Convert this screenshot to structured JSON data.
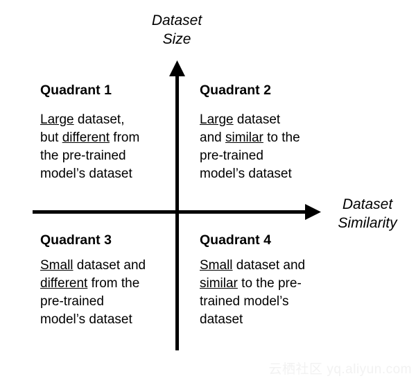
{
  "diagram": {
    "background_color": "#ffffff",
    "stroke_color": "#000000",
    "axes": {
      "y_title_line1": "Dataset",
      "y_title_line2": "Size",
      "x_title_line1": "Dataset",
      "x_title_line2": "Similarity"
    },
    "quadrants": [
      {
        "id": "quadrant-1",
        "heading": "Quadrant 1",
        "lines": [
          [
            {
              "t": "Large",
              "u": true
            },
            {
              "t": " dataset,",
              "u": false
            }
          ],
          [
            {
              "t": "but ",
              "u": false
            },
            {
              "t": "different",
              "u": true
            },
            {
              "t": " from",
              "u": false
            }
          ],
          [
            {
              "t": "the pre-trained",
              "u": false
            }
          ],
          [
            {
              "t": "model’s dataset",
              "u": false
            }
          ]
        ]
      },
      {
        "id": "quadrant-2",
        "heading": "Quadrant 2",
        "lines": [
          [
            {
              "t": "Large",
              "u": true
            },
            {
              "t": " dataset",
              "u": false
            }
          ],
          [
            {
              "t": "and ",
              "u": false
            },
            {
              "t": "similar",
              "u": true
            },
            {
              "t": " to the",
              "u": false
            }
          ],
          [
            {
              "t": "pre-trained",
              "u": false
            }
          ],
          [
            {
              "t": "model’s dataset",
              "u": false
            }
          ]
        ]
      },
      {
        "id": "quadrant-3",
        "heading": "Quadrant 3",
        "lines": [
          [
            {
              "t": "Small",
              "u": true
            },
            {
              "t": " dataset and",
              "u": false
            }
          ],
          [
            {
              "t": "different",
              "u": true
            },
            {
              "t": " from the",
              "u": false
            }
          ],
          [
            {
              "t": "pre-trained",
              "u": false
            }
          ],
          [
            {
              "t": "model’s dataset",
              "u": false
            }
          ]
        ]
      },
      {
        "id": "quadrant-4",
        "heading": "Quadrant 4",
        "lines": [
          [
            {
              "t": "Small",
              "u": true
            },
            {
              "t": " dataset and",
              "u": false
            }
          ],
          [
            {
              "t": "similar",
              "u": true
            },
            {
              "t": " to the pre-",
              "u": false
            }
          ],
          [
            {
              "t": "trained model’s",
              "u": false
            }
          ],
          [
            {
              "t": "dataset",
              "u": false
            }
          ]
        ]
      }
    ],
    "watermark": "云栖社区 yq.aliyun.com"
  }
}
